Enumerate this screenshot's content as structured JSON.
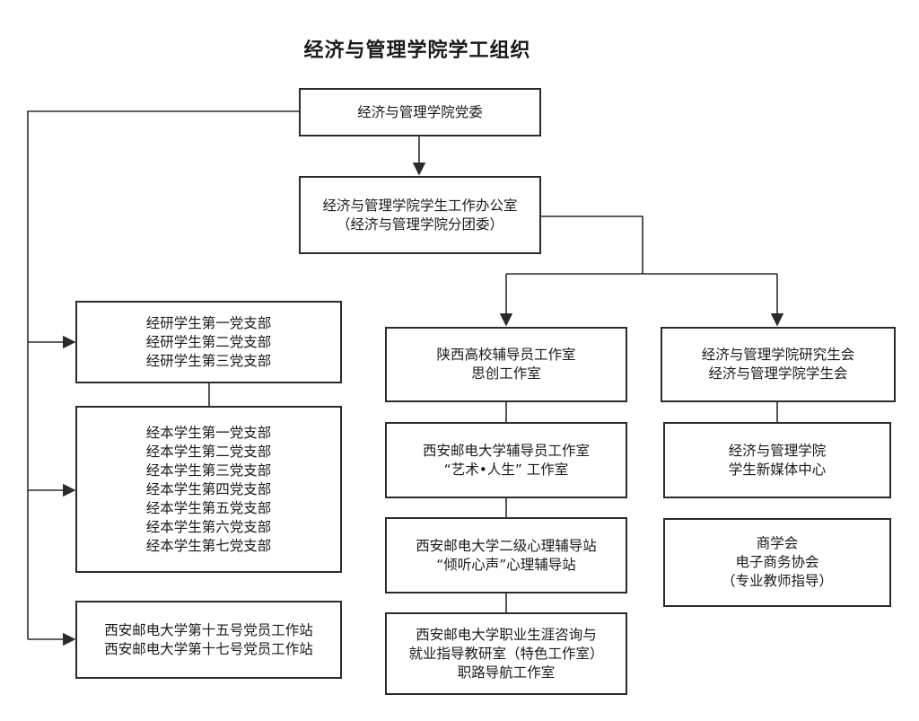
{
  "title": "经济与管理学院学工组织",
  "party_committee": [
    "经济与管理学院党委"
  ],
  "student_office": [
    "经济与管理学院学生工作办公室",
    "（经济与管理学院分团委）"
  ],
  "grad_branches": [
    "经研学生第一党支部",
    "经研学生第二党支部",
    "经研学生第三党支部"
  ],
  "undergrad_branches": [
    "经本学生第一党支部",
    "经本学生第二党支部",
    "经本学生第三党支部",
    "经本学生第四党支部",
    "经本学生第五党支部",
    "经本学生第六党支部",
    "经本学生第七党支部"
  ],
  "party_stations": [
    "西安邮电大学第十五号党员工作站",
    "西安邮电大学第十七号党员工作站"
  ],
  "counselor_studio": [
    "陕西高校辅导员工作室",
    "思创工作室"
  ],
  "art_life_studio": [
    "西安邮电大学辅导员工作室",
    "“艺术•人生” 工作室"
  ],
  "psych_station": [
    "西安邮电大学二级心理辅导站",
    "“倾听心声”心理辅导站"
  ],
  "career_studio": [
    "西安邮电大学职业生涯咨询与",
    "就业指导教研室（特色工作室）",
    "职路导航工作室"
  ],
  "student_unions": [
    "经济与管理学院研究生会",
    "经济与管理学院学生会"
  ],
  "media_center": [
    "经济与管理学院",
    "学生新媒体中心"
  ],
  "business_societies": [
    "商学会",
    "电子商务协会",
    "（专业教师指导）"
  ]
}
